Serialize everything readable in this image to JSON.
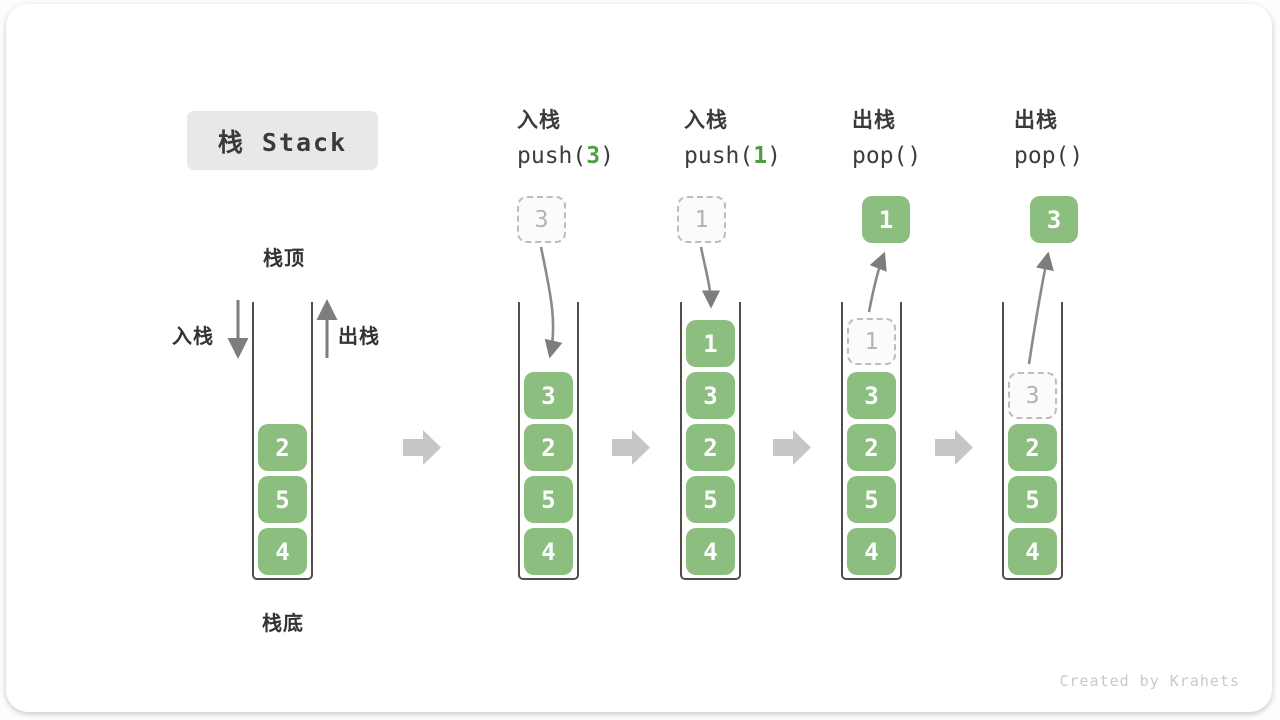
{
  "title": "栈 Stack",
  "labels": {
    "stack_top": "栈顶",
    "stack_bottom": "栈底",
    "push_side": "入栈",
    "pop_side": "出栈"
  },
  "operations": [
    {
      "name": "入栈",
      "code": {
        "pre": "push(",
        "arg": "3",
        "post": ")"
      }
    },
    {
      "name": "入栈",
      "code": {
        "pre": "push(",
        "arg": "1",
        "post": ")"
      }
    },
    {
      "name": "出栈",
      "code": {
        "pre": "pop(",
        "arg": "",
        "post": ")"
      }
    },
    {
      "name": "出栈",
      "code": {
        "pre": "pop(",
        "arg": "",
        "post": ")"
      }
    }
  ],
  "floating": [
    {
      "value": "3",
      "style": "ghost"
    },
    {
      "value": "1",
      "style": "ghost"
    },
    {
      "value": "1",
      "style": "solid"
    },
    {
      "value": "3",
      "style": "solid"
    }
  ],
  "stacks": [
    {
      "blocks": [
        "2",
        "5",
        "4"
      ]
    },
    {
      "blocks": [
        "3",
        "2",
        "5",
        "4"
      ]
    },
    {
      "blocks": [
        "1",
        "3",
        "2",
        "5",
        "4"
      ]
    },
    {
      "ghost": "1",
      "blocks": [
        "3",
        "2",
        "5",
        "4"
      ]
    },
    {
      "ghost": "3",
      "blocks": [
        "2",
        "5",
        "4"
      ]
    }
  ],
  "watermark": "Created by Krahets",
  "colors": {
    "block_green": "#8cbe80",
    "code_green": "#4ba141",
    "arrow_gray": "#8a8a8a",
    "chevron_gray": "#c6c6c6"
  }
}
